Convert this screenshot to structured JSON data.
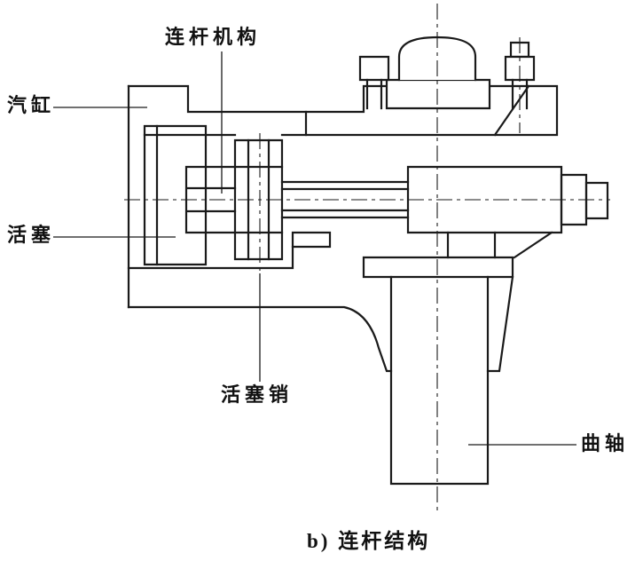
{
  "figure": {
    "caption": "b) 连杆结构",
    "labels": {
      "linkage_mechanism": "连杆机构",
      "cylinder": "汽缸",
      "piston": "活塞",
      "piston_pin": "活塞销",
      "crankshaft": "曲轴"
    },
    "colors": {
      "line": "#1a1a1a",
      "background": "#ffffff"
    }
  }
}
